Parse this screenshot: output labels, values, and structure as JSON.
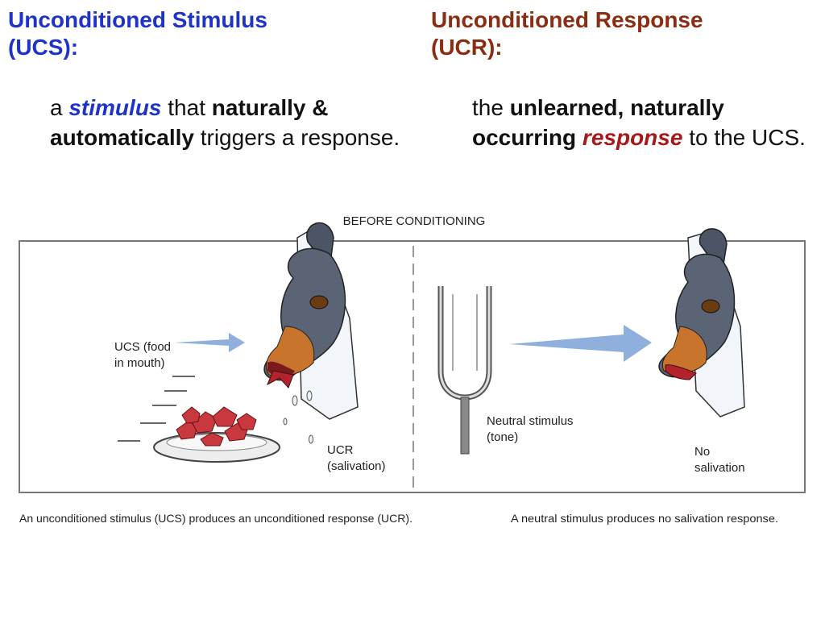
{
  "ucs": {
    "heading_line1": "Unconditioned Stimulus",
    "heading_line2": "(UCS):",
    "def_a": "a",
    "def_stimulus": "stimulus",
    "def_that": "that",
    "def_bold": "naturally & automatically",
    "def_rest": "triggers a response."
  },
  "ucr": {
    "heading_line1": "Unconditioned Response",
    "heading_line2": "(UCR):",
    "def_the": "the",
    "def_bold": "unlearned, naturally occurring",
    "def_response": "response",
    "def_rest": "to the UCS."
  },
  "figure": {
    "title": "BEFORE CONDITIONING",
    "left_label_line1": "UCS (food",
    "left_label_line2": "in mouth)",
    "left_ucr_line1": "UCR",
    "left_ucr_line2": "(salivation)",
    "right_label_line1": "Neutral stimulus",
    "right_label_line2": "(tone)",
    "right_no_line1": "No",
    "right_no_line2": "salivation",
    "caption_left": "An unconditioned stimulus (UCS) produces an unconditioned response (UCR).",
    "caption_right": "A neutral stimulus produces no salivation response."
  },
  "colors": {
    "ucs_heading": "#1f33c9",
    "ucr_heading": "#8b2d12",
    "response_keyword": "#a5191b",
    "arrow": "#8fb0dd"
  }
}
